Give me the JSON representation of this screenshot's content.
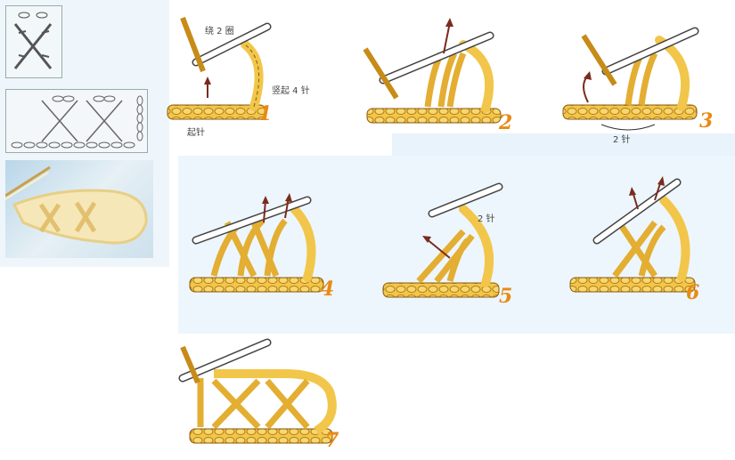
{
  "labels": {
    "wrap_twice": "绕 2 圈",
    "raise_four": "竖起 4 针",
    "start": "起针",
    "two_stitch_a": "2 针",
    "two_stitch_b": "2 针"
  },
  "steps": [
    "1",
    "2",
    "3",
    "4",
    "5",
    "6",
    "7"
  ],
  "colors": {
    "yarn": "#f2c64a",
    "yarn_shadow": "#c78b17",
    "yarn_outline": "#8a5a10",
    "step_number": "#e98a14",
    "hook": "#ffffff",
    "arrow": "#7a2b1f",
    "light_blue_bg": "#e8f3fb"
  }
}
